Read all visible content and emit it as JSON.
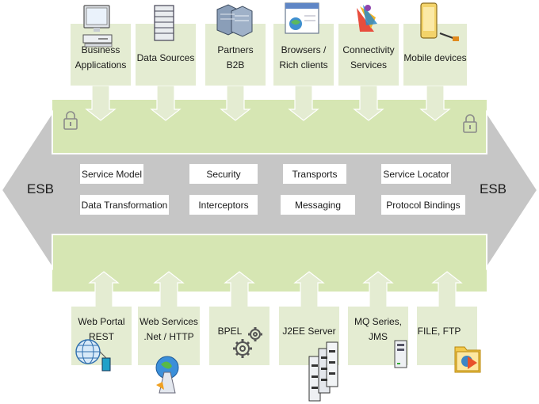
{
  "esb": {
    "left_label": "ESB",
    "right_label": "ESB"
  },
  "top_sources": [
    {
      "label": "Business\nApplications",
      "icon": "desktop-computer-icon"
    },
    {
      "label": "Data Sources",
      "icon": "database-icon"
    },
    {
      "label": "Partners\nB2B",
      "icon": "servers-icon"
    },
    {
      "label": "Browsers /\nRich clients",
      "icon": "browser-window-icon"
    },
    {
      "label": "Connectivity\nServices",
      "icon": "connectivity-icon"
    },
    {
      "label": "Mobile devices",
      "icon": "mobile-phone-icon"
    }
  ],
  "bottom_sources": [
    {
      "label": "Web Portal\nREST",
      "icon": "globe-network-icon"
    },
    {
      "label": "Web Services\n.Net / HTTP",
      "icon": "web-services-icon"
    },
    {
      "label": "BPEL",
      "icon": "gears-icon"
    },
    {
      "label": "J2EE Server",
      "icon": "server-rack-icon"
    },
    {
      "label": "MQ Series,\nJMS",
      "icon": "server-tower-icon"
    },
    {
      "label": "FILE, FTP",
      "icon": "folder-icon"
    }
  ],
  "services": [
    "Service Model",
    "Security",
    "Transports",
    "Service Locator",
    "Data Transformation",
    "Interceptors",
    "Messaging",
    "Protocol Bindings"
  ],
  "colors": {
    "green": "#d6e6b3",
    "green_box": "#e4ecd2",
    "grey_arrow": "#c6c6c6",
    "arrow_border": "#ffffff"
  }
}
